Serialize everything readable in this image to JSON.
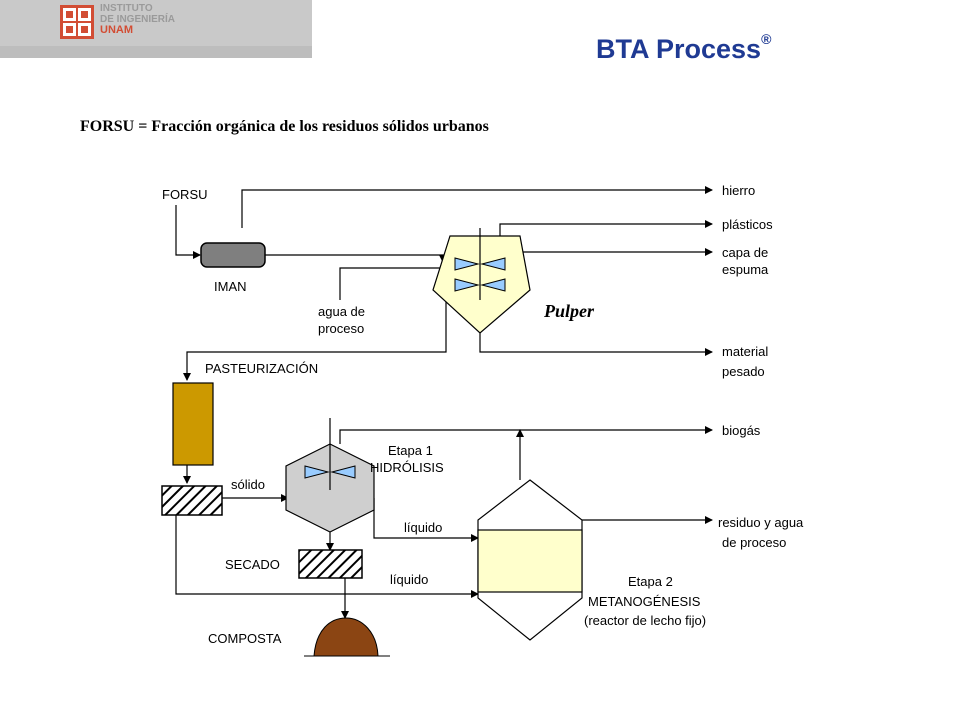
{
  "logo": {
    "line1": "INSTITUTO",
    "line2": "DE INGENIERÍA",
    "line3": "UNAM"
  },
  "title": "BTA Process",
  "title_mark": "®",
  "subtitle": "FORSU = Fracción orgánica de los residuos sólidos urbanos",
  "labels": {
    "forsu": "FORSU",
    "iman": "IMAN",
    "agua_proceso_1": "agua de",
    "agua_proceso_2": "proceso",
    "pulper": "Pulper",
    "hierro": "hierro",
    "plasticos": "plásticos",
    "capa_1": "capa de",
    "capa_2": "espuma",
    "material_1": "material",
    "material_2": "pesado",
    "pasteurizacion": "PASTEURIZACIÓN",
    "etapa1_1": "Etapa 1",
    "etapa1_2": "HIDRÓLISIS",
    "biogas": "biogás",
    "solido": "sólido",
    "liquido_1": "líquido",
    "liquido_2": "líquido",
    "residuo_1": "residuo y agua",
    "residuo_2": "de proceso",
    "secado": "SECADO",
    "etapa2_1": "Etapa 2",
    "etapa2_2": "METANOGÉNESIS",
    "etapa2_3": "(reactor de lecho fijo)",
    "composta": "COMPOSTA"
  },
  "colors": {
    "title": "#1f3a93",
    "logo_red": "#d24d34",
    "iman": "#7f7f7f",
    "pulper_fill": "#ffffcc",
    "blade": "#99ccff",
    "pasteurizer": "#cc9900",
    "hydrolysis": "#cfcfcf",
    "reactor_bed": "#ffffcc",
    "compost": "#8b4513"
  }
}
